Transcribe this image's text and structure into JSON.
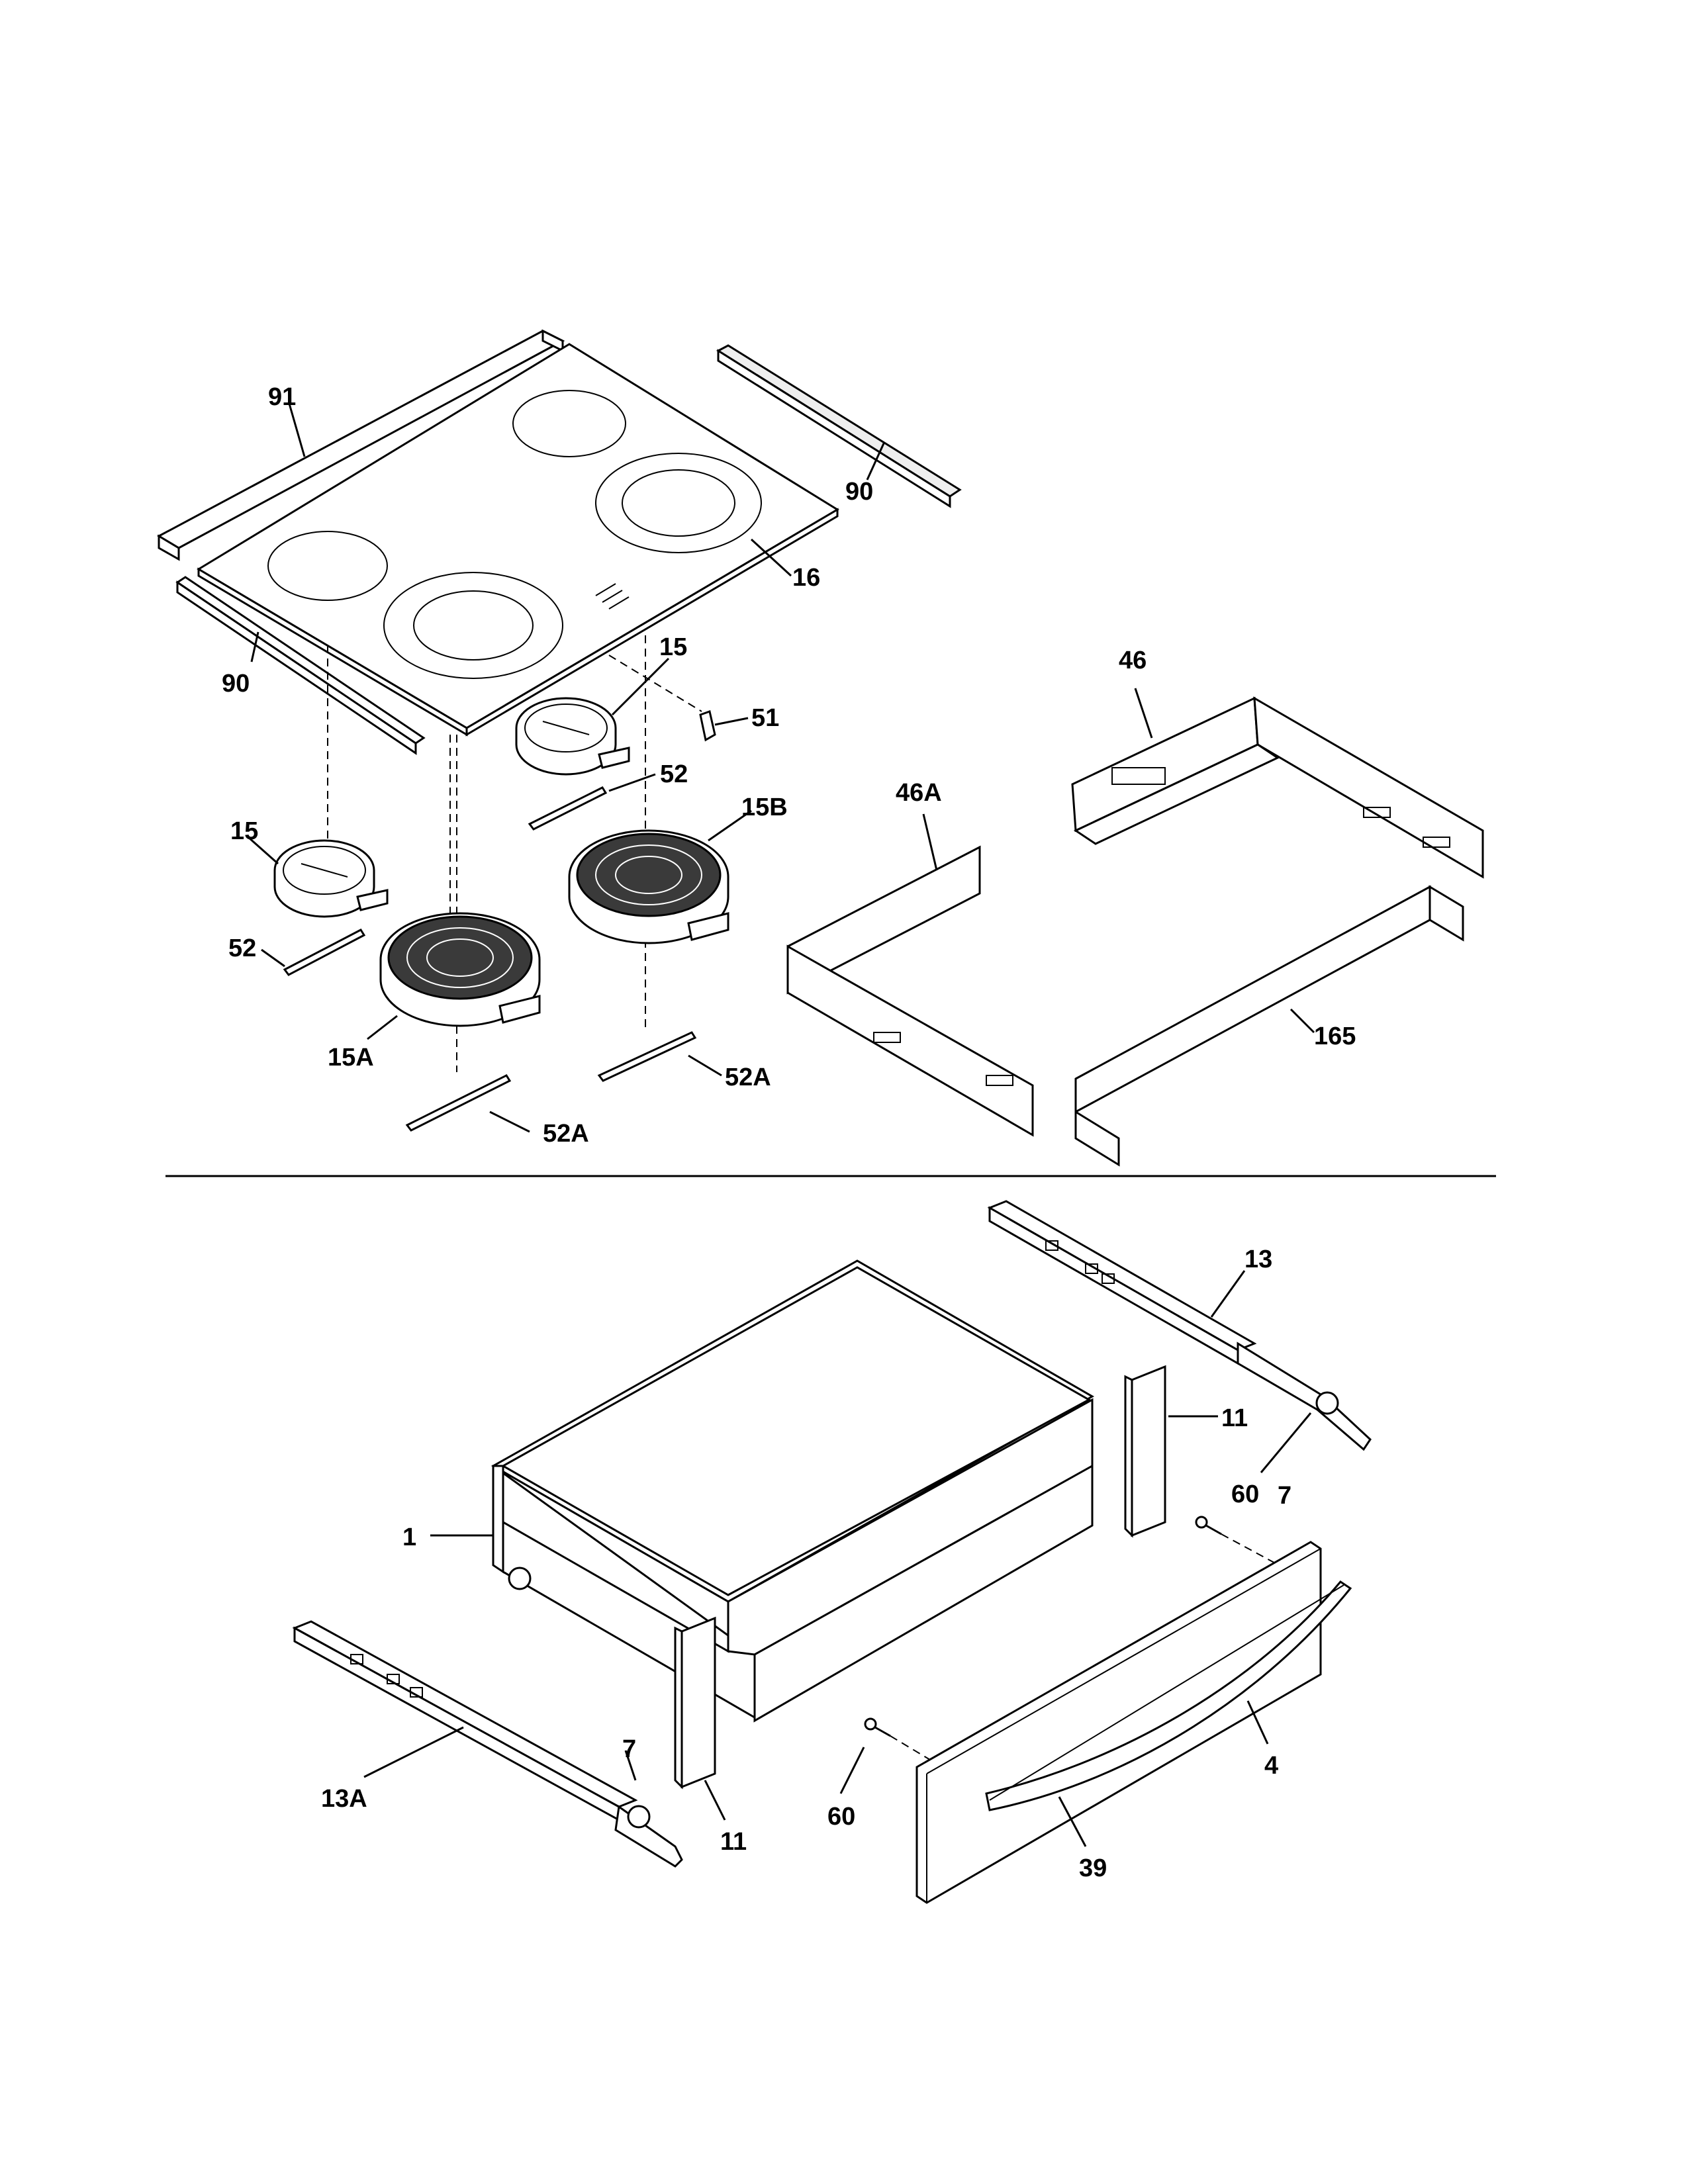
{
  "callouts": {
    "c91": "91",
    "c90_top": "90",
    "c16": "16",
    "c90_left": "90",
    "c15_top": "15",
    "c51": "51",
    "c52_top": "52",
    "c15_left": "15",
    "c15b": "15B",
    "c52_left": "52",
    "c15a": "15A",
    "c52a_right": "52A",
    "c52a_bottom": "52A",
    "c46": "46",
    "c46a": "46A",
    "c165": "165",
    "c13": "13",
    "c11_right": "11",
    "c60_right": "60",
    "c7_right": "7",
    "c1": "1",
    "c4": "4",
    "c13a": "13A",
    "c7_left": "7",
    "c11_bottom": "11",
    "c60_bottom": "60",
    "c39": "39"
  }
}
